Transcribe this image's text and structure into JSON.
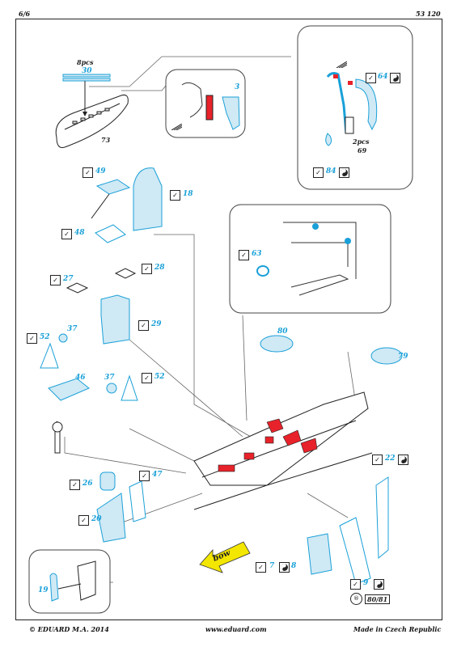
{
  "header": {
    "page": "6/6",
    "code": "53 120"
  },
  "footer": {
    "copyright": "© EDUARD  M.A. 2014",
    "url": "www.eduard.com",
    "origin": "Made in Czech Republic"
  },
  "parts": {
    "p30_qty": "8pcs",
    "p30": "30",
    "p73": "73",
    "p3": "3",
    "p64": "64",
    "p69_qty": "2pcs",
    "p69": "69",
    "p84": "84",
    "p49": "49",
    "p18": "18",
    "p48": "48",
    "p63": "63",
    "p27": "27",
    "p28": "28",
    "p29": "29",
    "p52a": "52",
    "p37a": "37",
    "p46": "46",
    "p37b": "37",
    "p52b": "52",
    "p80": "80",
    "p79": "79",
    "p26": "26",
    "p47": "47",
    "p20": "20",
    "p22": "22",
    "p7": "7",
    "p8": "8",
    "p19": "19",
    "p9": "9",
    "p80_81": "80/81"
  },
  "arrow_label": "bow",
  "colors": {
    "accent": "#1aa0d8",
    "paint_red": "#e8222a",
    "arrow_yellow": "#f3e600",
    "part_fill": "#cfe9f5"
  },
  "icons": [
    "check-icon",
    "yin-yang-icon",
    "scale-hatch-icon",
    "reference-badge-icon"
  ]
}
